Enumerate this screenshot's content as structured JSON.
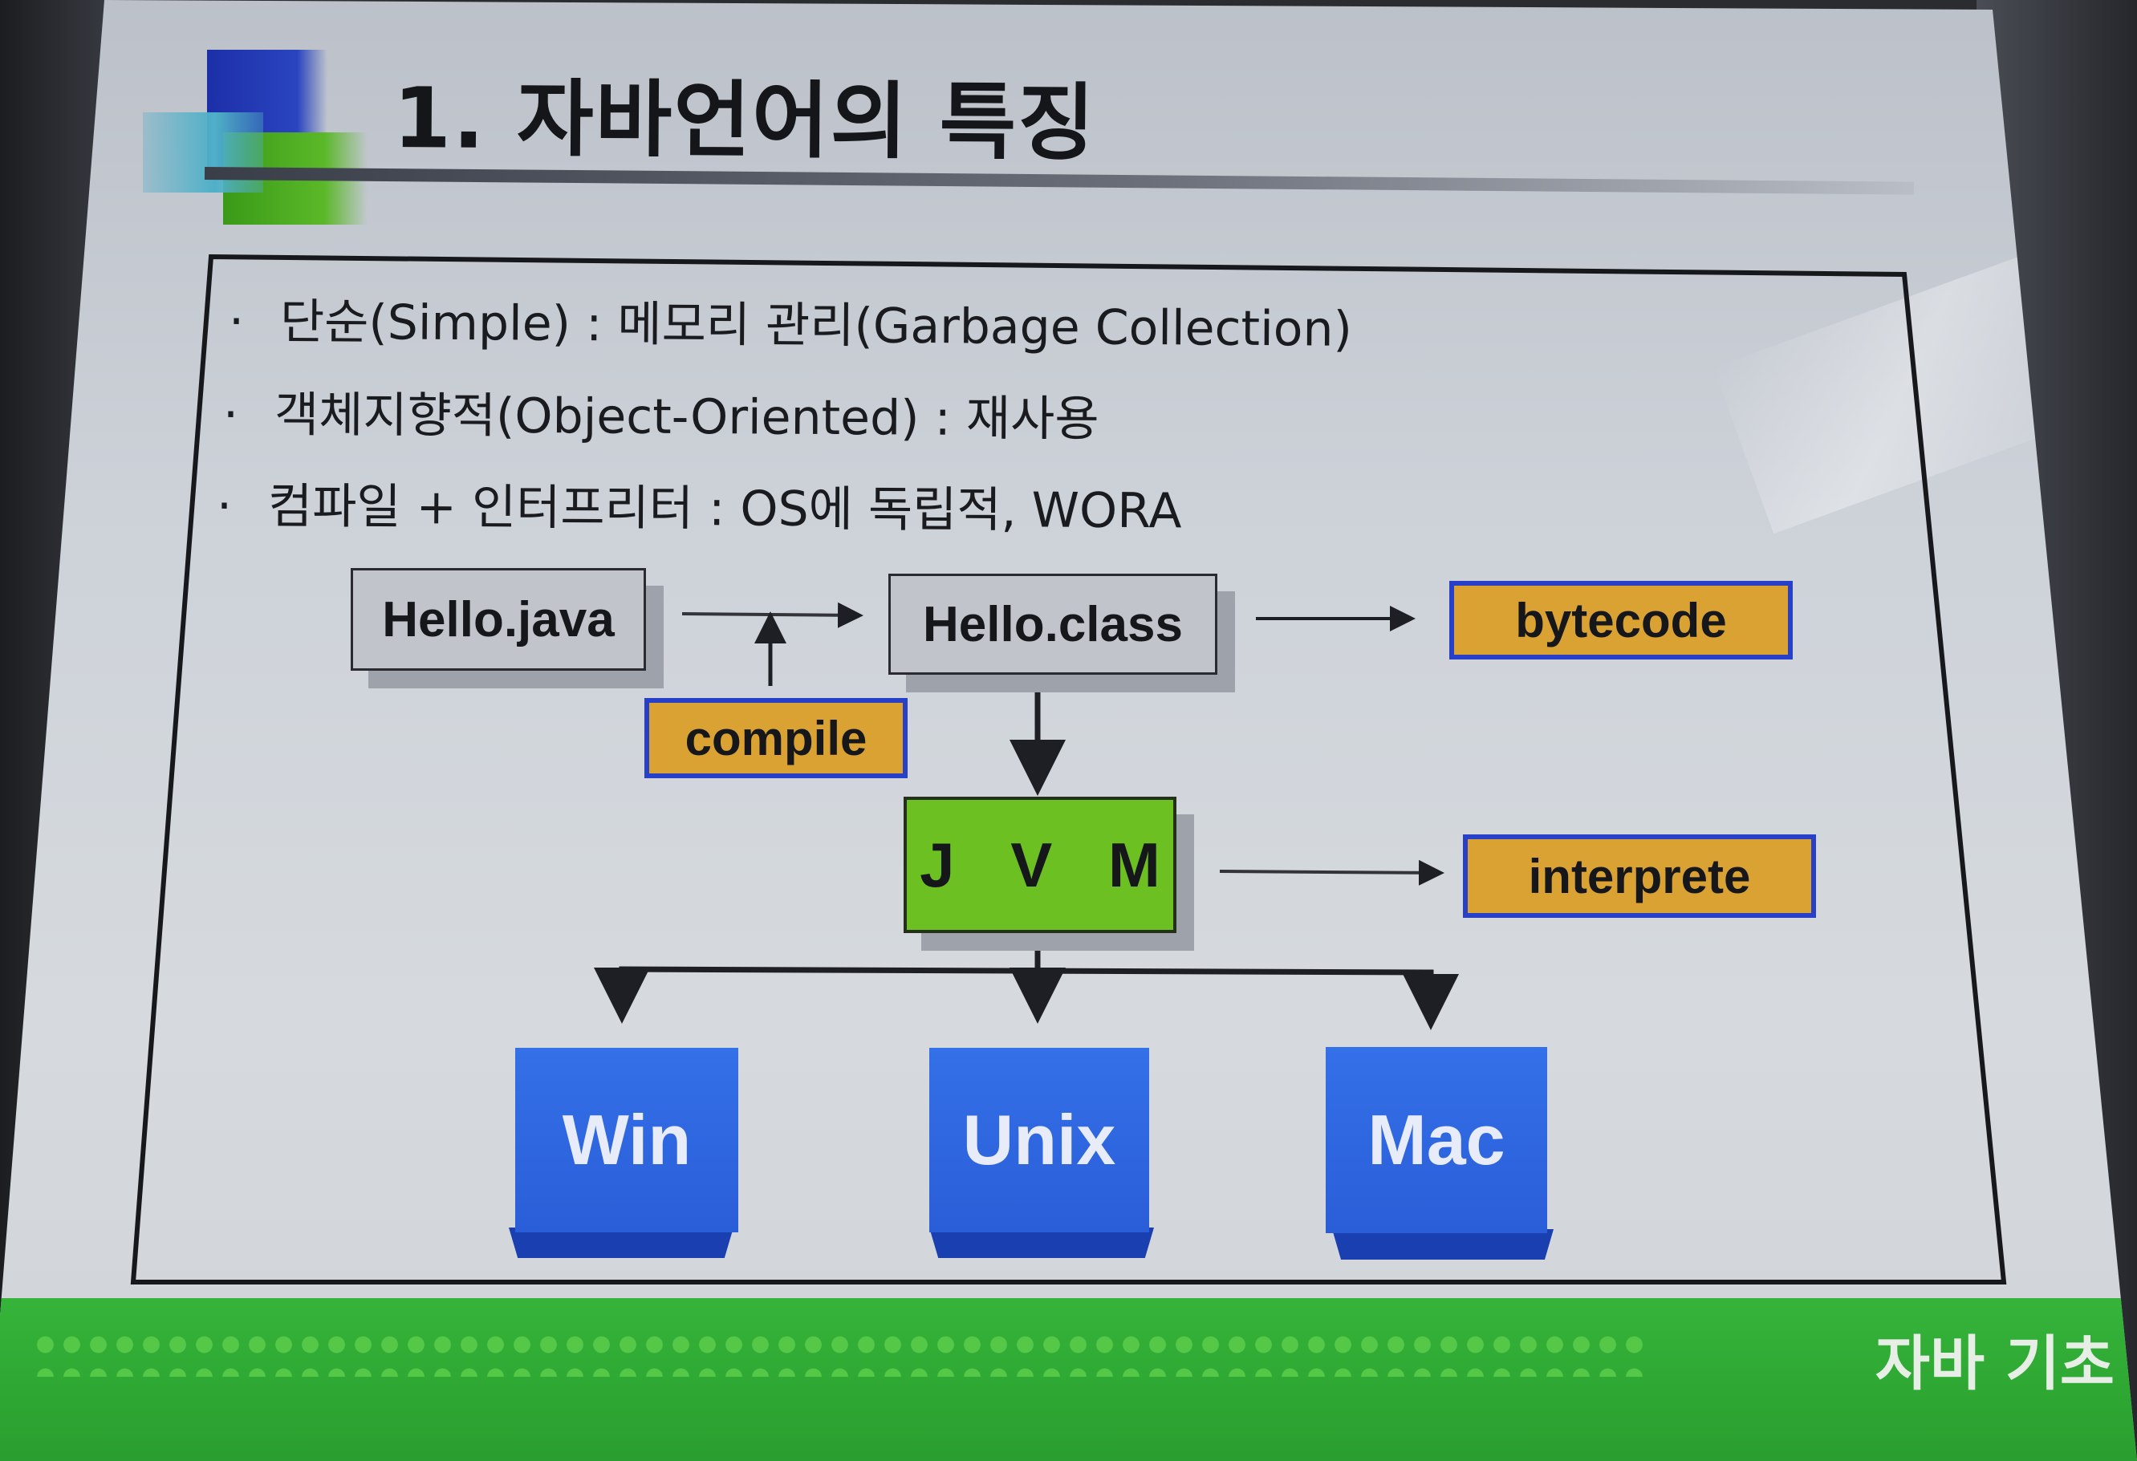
{
  "slide": {
    "title": "1. 자바언어의 특징",
    "footer_title": "자바 기초"
  },
  "bullets": [
    {
      "marker": "·",
      "text": "단순(Simple) : 메모리 관리(Garbage Collection)"
    },
    {
      "marker": "·",
      "text": "객체지향적(Object-Oriented) : 재사용"
    },
    {
      "marker": "·",
      "text": "컴파일 + 인터프리터 : OS에 독립적, WORA"
    }
  ],
  "diagram": {
    "source": "Hello.java",
    "compiled": "Hello.class",
    "compile_label": "compile",
    "bytecode_label": "bytecode",
    "vm": "J V M",
    "interprete_label": "interprete",
    "platforms": [
      "Win",
      "Unix",
      "Mac"
    ]
  },
  "colors": {
    "gray_box": "#c2c4cb",
    "orange_box": "#d9a232",
    "orange_border": "#2840c8",
    "jvm_green": "#6cc022",
    "os_blue": "#2a5ed8",
    "footer_green": "#2ea833"
  }
}
